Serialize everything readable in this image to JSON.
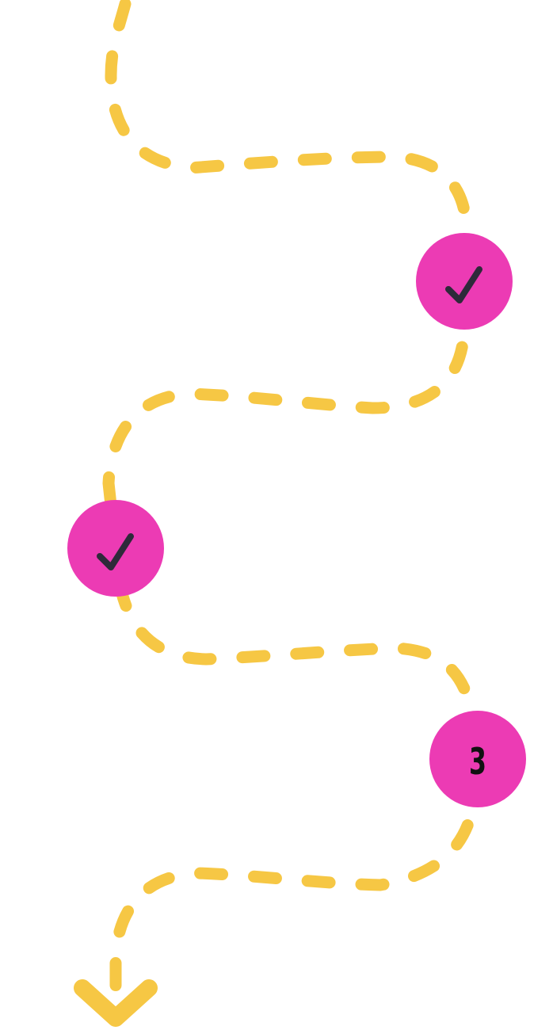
{
  "colors": {
    "path": "#F6C744",
    "node": "#EC3BB4",
    "check": "#2E2A3A",
    "number": "#111111",
    "background": "#FFFFFF"
  },
  "steps": [
    {
      "state": "completed",
      "icon": "check-icon"
    },
    {
      "state": "completed",
      "icon": "check-icon"
    },
    {
      "state": "current",
      "label": "3"
    }
  ],
  "end_marker": {
    "icon": "chevron-down-icon"
  }
}
